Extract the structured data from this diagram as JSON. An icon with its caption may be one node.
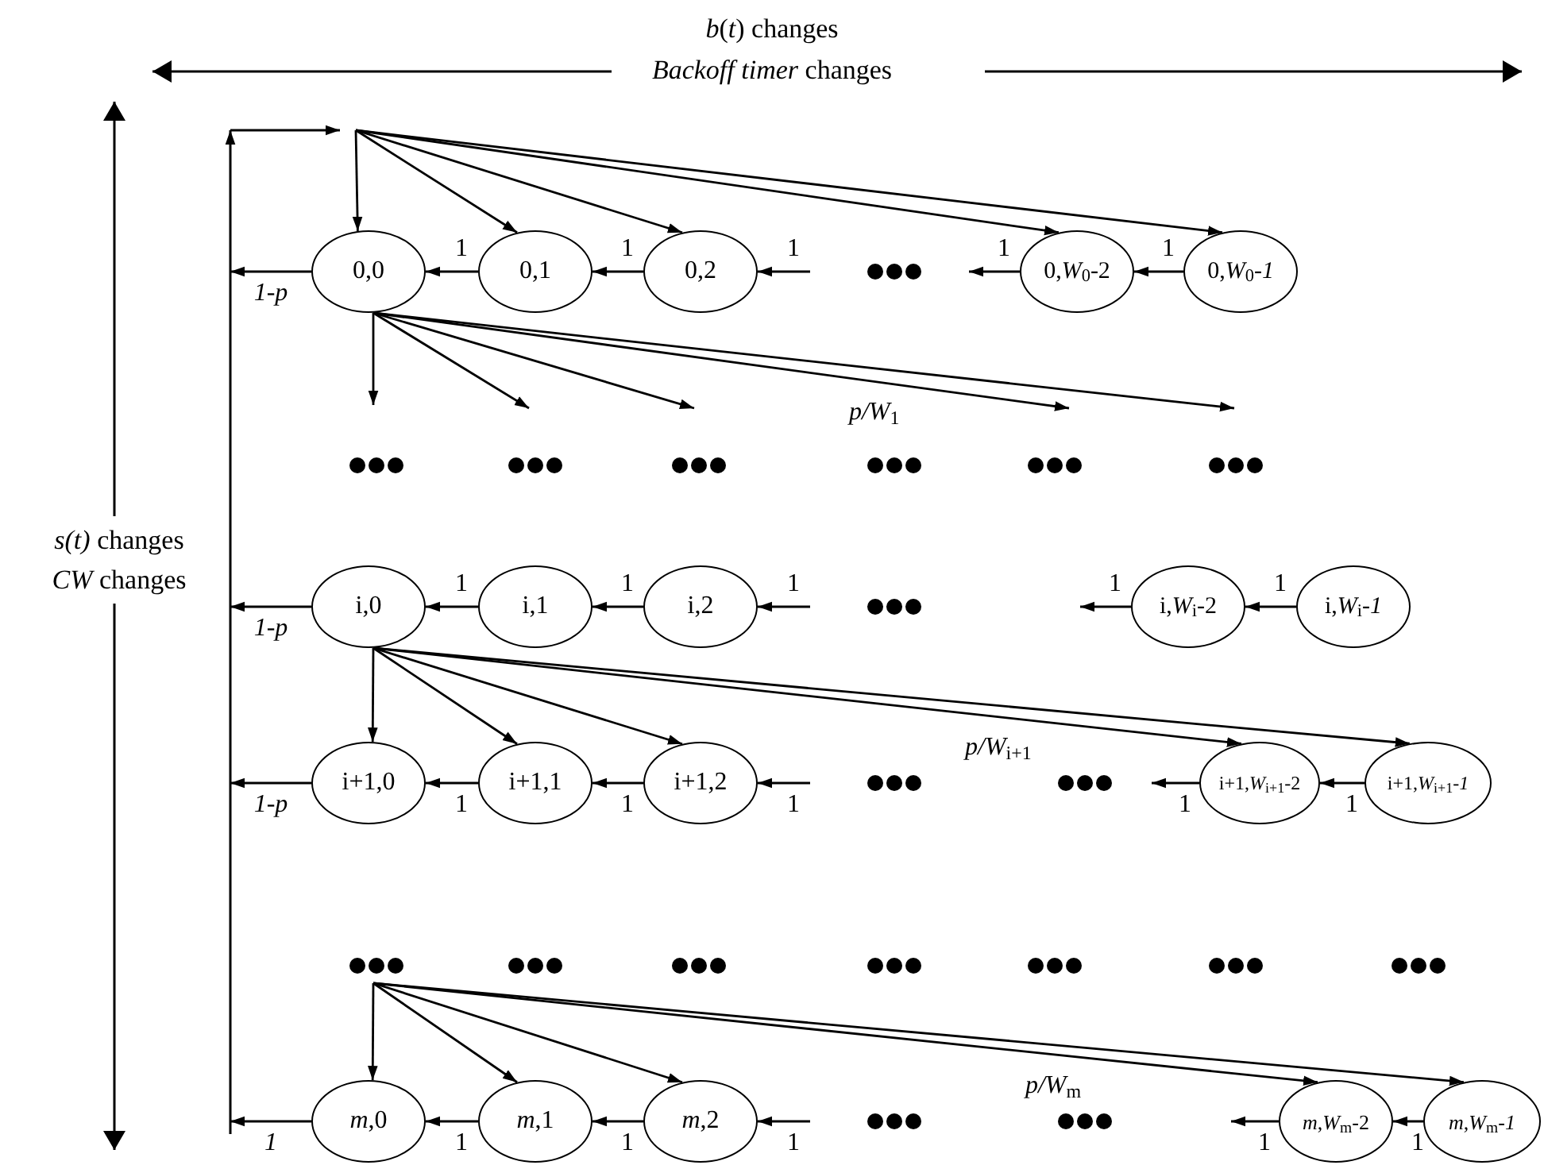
{
  "diagram": {
    "nodes": [
      {
        "text": [
          "0,0"
        ]
      },
      {
        "text": [
          "0,1"
        ]
      },
      {
        "text": [
          "0,2"
        ]
      },
      {
        "text": [
          "0,*W*$_{0}$-2"
        ]
      },
      {
        "text": [
          "0,*W*$_{0}$-*1*"
        ]
      },
      {
        "text": [
          "i,0"
        ]
      },
      {
        "text": [
          "i,1"
        ]
      },
      {
        "text": [
          "i,2"
        ]
      },
      {
        "text": [
          "i,*W*$_{i}$-2"
        ]
      },
      {
        "text": [
          "i,*W*$_{i}$-*1*"
        ]
      },
      {
        "text": [
          "i+1,0"
        ]
      },
      {
        "text": [
          "i+1,1"
        ]
      },
      {
        "text": [
          "i+1,2"
        ]
      },
      {
        "text": [
          "i+1,*W*$_{i+1}$-2"
        ]
      },
      {
        "text": [
          "i+1,*W*$_{i+1}$-*1*"
        ]
      },
      {
        "text": [
          "*m*,0"
        ]
      },
      {
        "text": [
          "*m*,1"
        ]
      },
      {
        "text": [
          "*m*,2"
        ]
      },
      {
        "text": [
          "*m*,*W*$_{m}$-2"
        ]
      },
      {
        "text": [
          "*m*,*W*$_{m}$-*1*"
        ]
      }
    ],
    "edges": [
      {
        "from": 1,
        "to": 0,
        "arrow": "to",
        "label": "1"
      },
      {
        "from": 2,
        "to": 1,
        "arrow": "to",
        "label": "1"
      },
      {
        "from": null,
        "to": 2,
        "arrow": "to",
        "label": "1"
      },
      {
        "from": 3,
        "to": null,
        "arrow": "to",
        "label": "1"
      },
      {
        "from": 4,
        "to": 3,
        "arrow": "to",
        "label": "1"
      },
      {
        "from": 0,
        "to": null,
        "arrow": "to",
        "label": "*1-p*"
      },
      {
        "from": null,
        "to": 0,
        "arrow": "to"
      },
      {
        "from": null,
        "to": 1,
        "arrow": "to"
      },
      {
        "from": null,
        "to": 2,
        "arrow": "to"
      },
      {
        "from": null,
        "to": 3,
        "arrow": "to"
      },
      {
        "from": null,
        "to": 4,
        "arrow": "to"
      },
      {
        "from": 0,
        "to": null,
        "arrow": "to"
      },
      {
        "from": 0,
        "to": null,
        "arrow": "to"
      },
      {
        "from": 0,
        "to": null,
        "arrow": "to"
      },
      {
        "from": 0,
        "to": null,
        "arrow": "to",
        "label": "*p/W*$_{1}$"
      },
      {
        "from": 0,
        "to": null,
        "arrow": "to"
      },
      {
        "from": 6,
        "to": 5,
        "arrow": "to",
        "label": "1"
      },
      {
        "from": 7,
        "to": 6,
        "arrow": "to",
        "label": "1"
      },
      {
        "from": null,
        "to": 7,
        "arrow": "to",
        "label": "1"
      },
      {
        "from": 8,
        "to": null,
        "arrow": "to",
        "label": "1"
      },
      {
        "from": 9,
        "to": 8,
        "arrow": "to",
        "label": "1"
      },
      {
        "from": 5,
        "to": null,
        "arrow": "to",
        "label": "*1-p*"
      },
      {
        "from": 5,
        "to": 10,
        "arrow": "to"
      },
      {
        "from": 5,
        "to": 11,
        "arrow": "to"
      },
      {
        "from": 5,
        "to": 12,
        "arrow": "to"
      },
      {
        "from": 5,
        "to": 13,
        "arrow": "to",
        "label": "*p/W*$_{i+1}$"
      },
      {
        "from": 5,
        "to": 14,
        "arrow": "to"
      },
      {
        "from": 11,
        "to": 10,
        "arrow": "to",
        "label": "1"
      },
      {
        "from": 12,
        "to": 11,
        "arrow": "to",
        "label": "1"
      },
      {
        "from": null,
        "to": 12,
        "arrow": "to",
        "label": "1"
      },
      {
        "from": 13,
        "to": null,
        "arrow": "to",
        "label": "1"
      },
      {
        "from": 14,
        "to": 13,
        "arrow": "to",
        "label": "1"
      },
      {
        "from": 10,
        "to": null,
        "arrow": "to",
        "label": "*1-p*"
      },
      {
        "from": null,
        "to": 15,
        "arrow": "to"
      },
      {
        "from": null,
        "to": 16,
        "arrow": "to"
      },
      {
        "from": null,
        "to": 17,
        "arrow": "to"
      },
      {
        "from": null,
        "to": 18,
        "arrow": "to",
        "label": "*p/W*$_{m}$"
      },
      {
        "from": null,
        "to": 19,
        "arrow": "to"
      },
      {
        "from": 16,
        "to": 15,
        "arrow": "to",
        "label": "1"
      },
      {
        "from": 17,
        "to": 16,
        "arrow": "to",
        "label": "1"
      },
      {
        "from": null,
        "to": 17,
        "arrow": "to",
        "label": "1"
      },
      {
        "from": 18,
        "to": null,
        "arrow": "to",
        "label": "1"
      },
      {
        "from": 19,
        "to": 18,
        "arrow": "to",
        "label": "1"
      },
      {
        "from": 15,
        "to": null,
        "arrow": "to",
        "label": "*1*"
      }
    ],
    "labels": [
      "*b*(*t*) changes",
      "*Backoff timer* changes",
      "*s(t)* changes",
      "*CW* changes"
    ]
  }
}
